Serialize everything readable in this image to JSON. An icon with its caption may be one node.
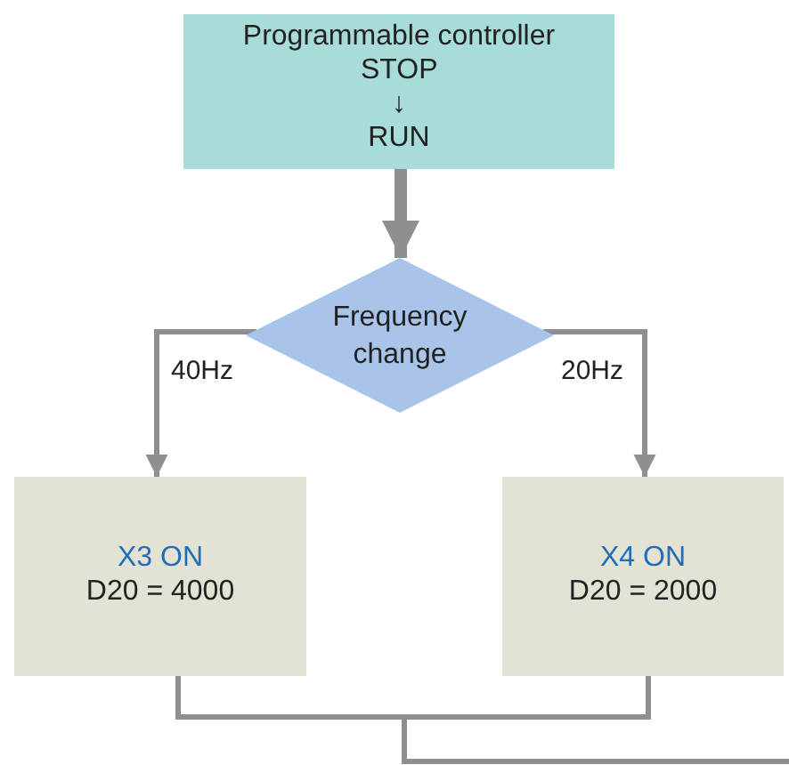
{
  "diagram": {
    "nodes": [
      {
        "text": [
          "Programmable controller",
          "STOP ↓ RUN"
        ]
      },
      {
        "text": [
          "Frequency change"
        ]
      },
      {
        "text": [
          "X3 ON",
          "D20 = 4000"
        ]
      },
      {
        "text": [
          "X4 ON",
          "D20 = 2000"
        ]
      }
    ],
    "edges": [
      {
        "from": 0,
        "to": 1,
        "arrow": "to",
        "style": "thick"
      },
      {
        "from": 1,
        "to": 2,
        "arrow": "to",
        "label": "40Hz"
      },
      {
        "from": 1,
        "to": 3,
        "arrow": "to",
        "label": "20Hz"
      },
      {
        "from": 2,
        "to": null,
        "arrow": "none"
      },
      {
        "from": 3,
        "to": null,
        "arrow": "none"
      }
    ]
  }
}
